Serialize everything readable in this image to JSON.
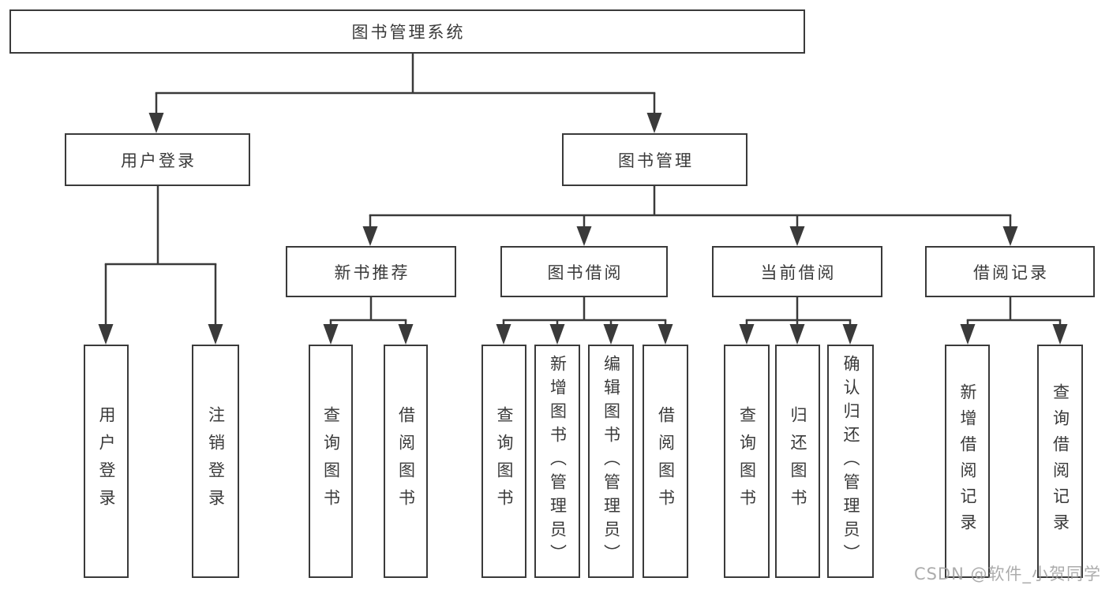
{
  "colors": {
    "line": "#3a3a3a",
    "text": "#3a3a3a",
    "box_bg": "#ffffff",
    "watermark": "#9e9e9e"
  },
  "root": {
    "label": "图书管理系统"
  },
  "level2": [
    {
      "label": "用户登录"
    },
    {
      "label": "图书管理"
    }
  ],
  "level3": [
    {
      "label": "新书推荐"
    },
    {
      "label": "图书借阅"
    },
    {
      "label": "当前借阅"
    },
    {
      "label": "借阅记录"
    }
  ],
  "leaves": {
    "user_login": [
      {
        "label": "用户登录"
      },
      {
        "label": "注销登录"
      }
    ],
    "new_book": [
      {
        "label": "查询图书"
      },
      {
        "label": "借阅图书"
      }
    ],
    "book_borrow": [
      {
        "label": "查询图书"
      },
      {
        "label": "新增图书（管理员）"
      },
      {
        "label": "编辑图书（管理员）"
      },
      {
        "label": "借阅图书"
      }
    ],
    "current_borrow": [
      {
        "label": "查询图书"
      },
      {
        "label": "归还图书"
      },
      {
        "label": "确认归还（管理员）"
      }
    ],
    "borrow_record": [
      {
        "label": "新增借阅记录"
      },
      {
        "label": "查询借阅记录"
      }
    ]
  },
  "watermark": "CSDN @软件_小贺同学"
}
